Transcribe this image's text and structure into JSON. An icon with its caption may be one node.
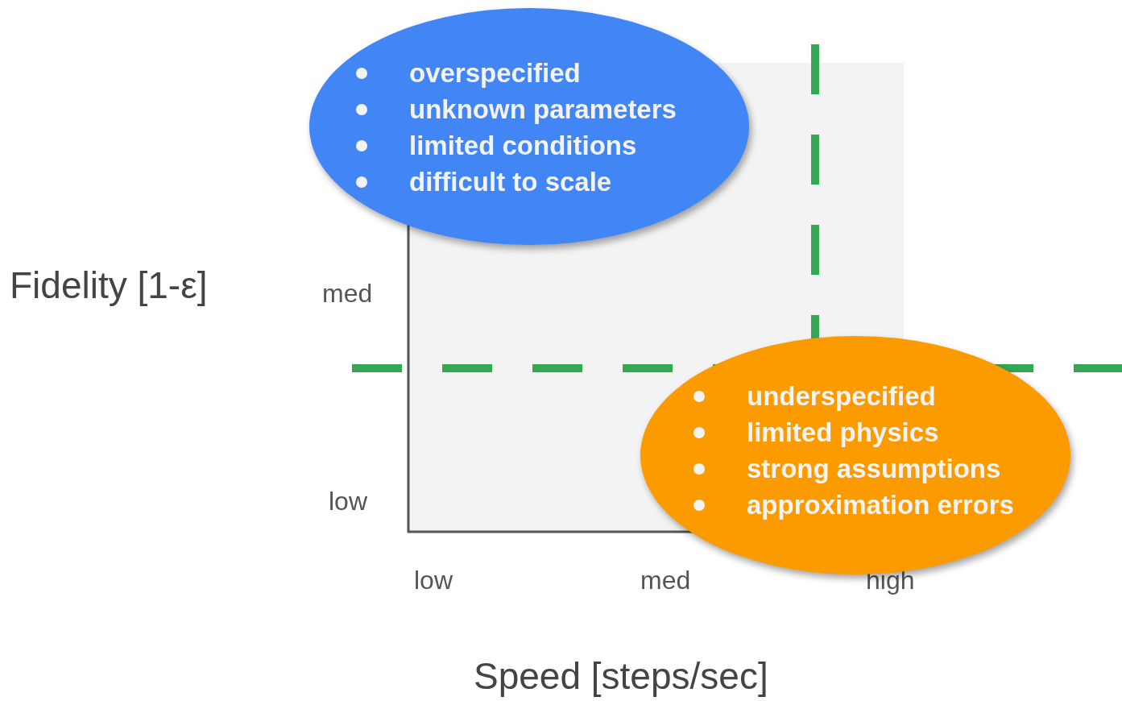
{
  "diagram": {
    "nodes": [
      {
        "text": [
          "overspecified",
          "unknown parameters",
          "limited conditions",
          "difficult to scale"
        ]
      },
      {
        "text": [
          "underspecified",
          "limited physics",
          "strong assumptions",
          "approximation errors"
        ]
      }
    ],
    "labels": [
      "Fidelity [1-ε]",
      "med",
      "low",
      "low",
      "med",
      "high",
      "Speed [steps/sec]"
    ]
  }
}
